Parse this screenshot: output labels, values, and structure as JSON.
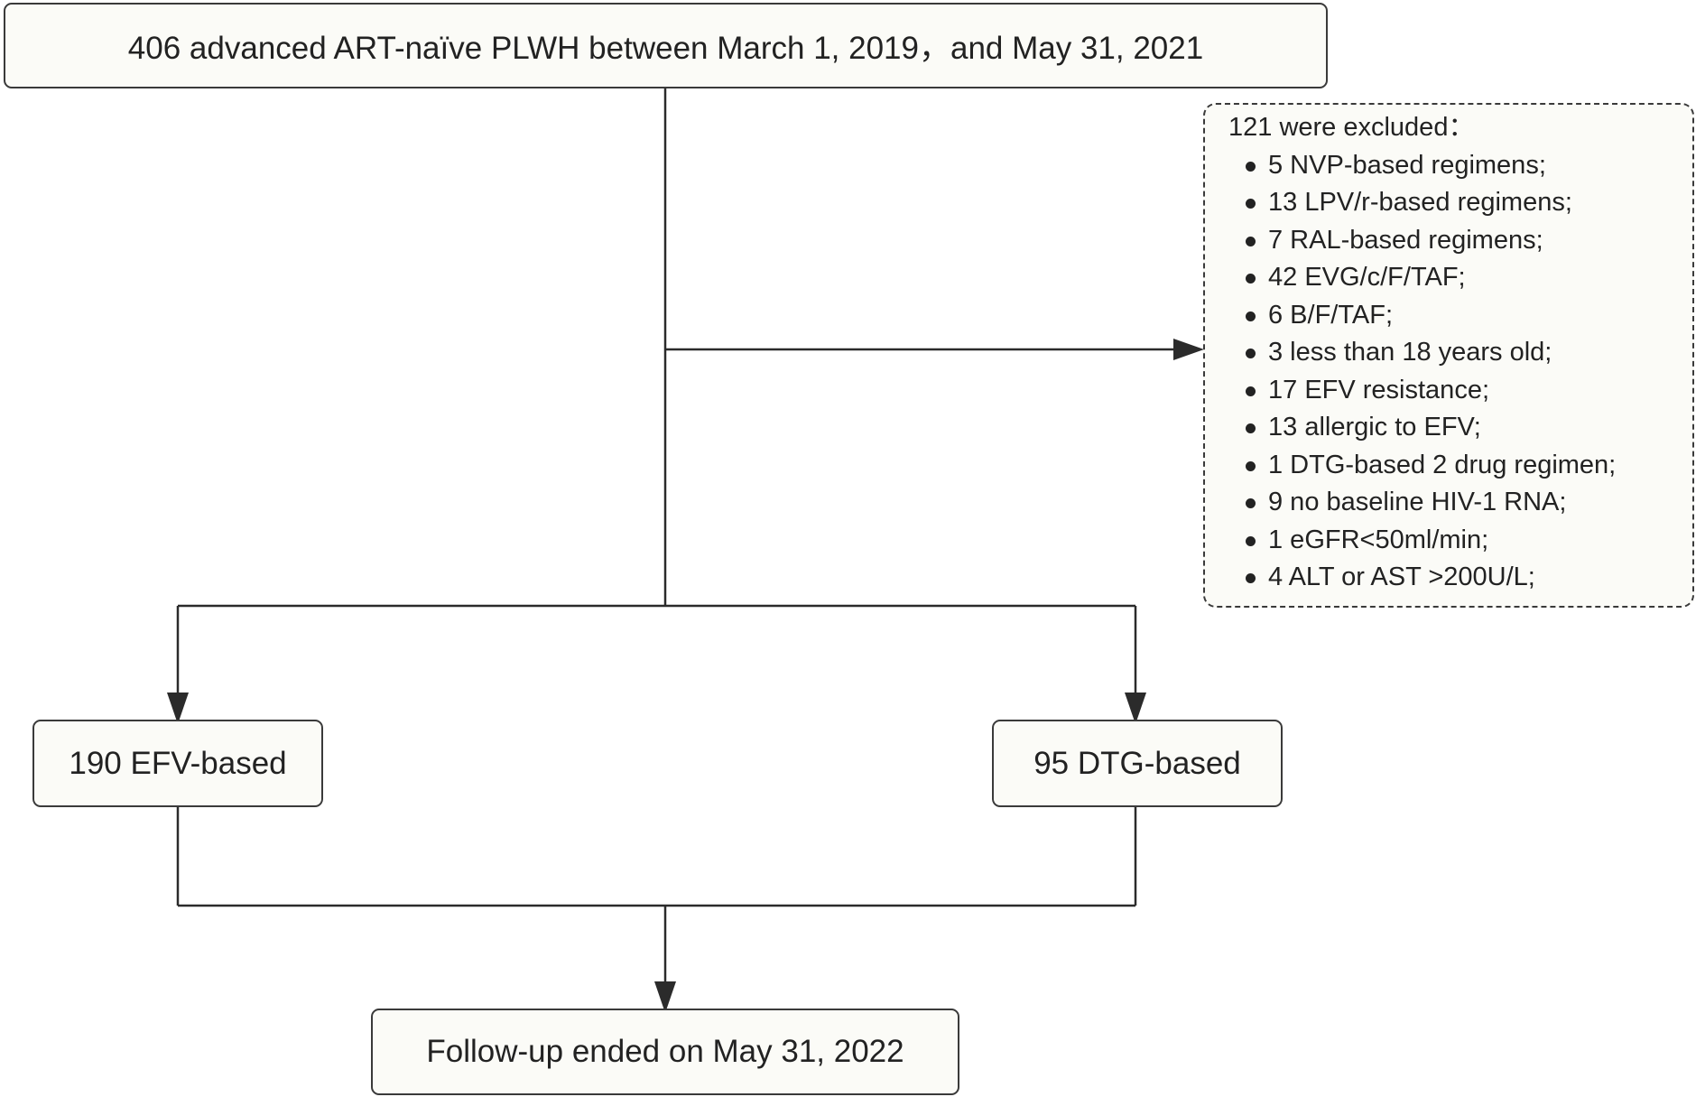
{
  "top_box": {
    "text": "406  advanced ART-naïve PLWH between March 1, 2019，and May 31, 2021"
  },
  "exclusion": {
    "title": "121 were excluded：",
    "items": [
      "5 NVP-based regimens;",
      "13 LPV/r-based regimens;",
      "7 RAL-based regimens;",
      "42 EVG/c/F/TAF;",
      "6 B/F/TAF;",
      "3 less than 18 years old;",
      "17 EFV resistance;",
      "13 allergic to EFV;",
      "1 DTG-based 2 drug regimen;",
      "9 no baseline HIV-1 RNA;",
      "1 eGFR<50ml/min;",
      "4 ALT or AST >200U/L;"
    ]
  },
  "efv_box": {
    "text": "190 EFV-based"
  },
  "dtg_box": {
    "text": "95 DTG-based"
  },
  "followup_box": {
    "text": "Follow-up ended on May 31, 2022"
  },
  "colors": {
    "line": "#2b2b2b",
    "box_fill": "#fbfbf7",
    "text": "#222222"
  }
}
